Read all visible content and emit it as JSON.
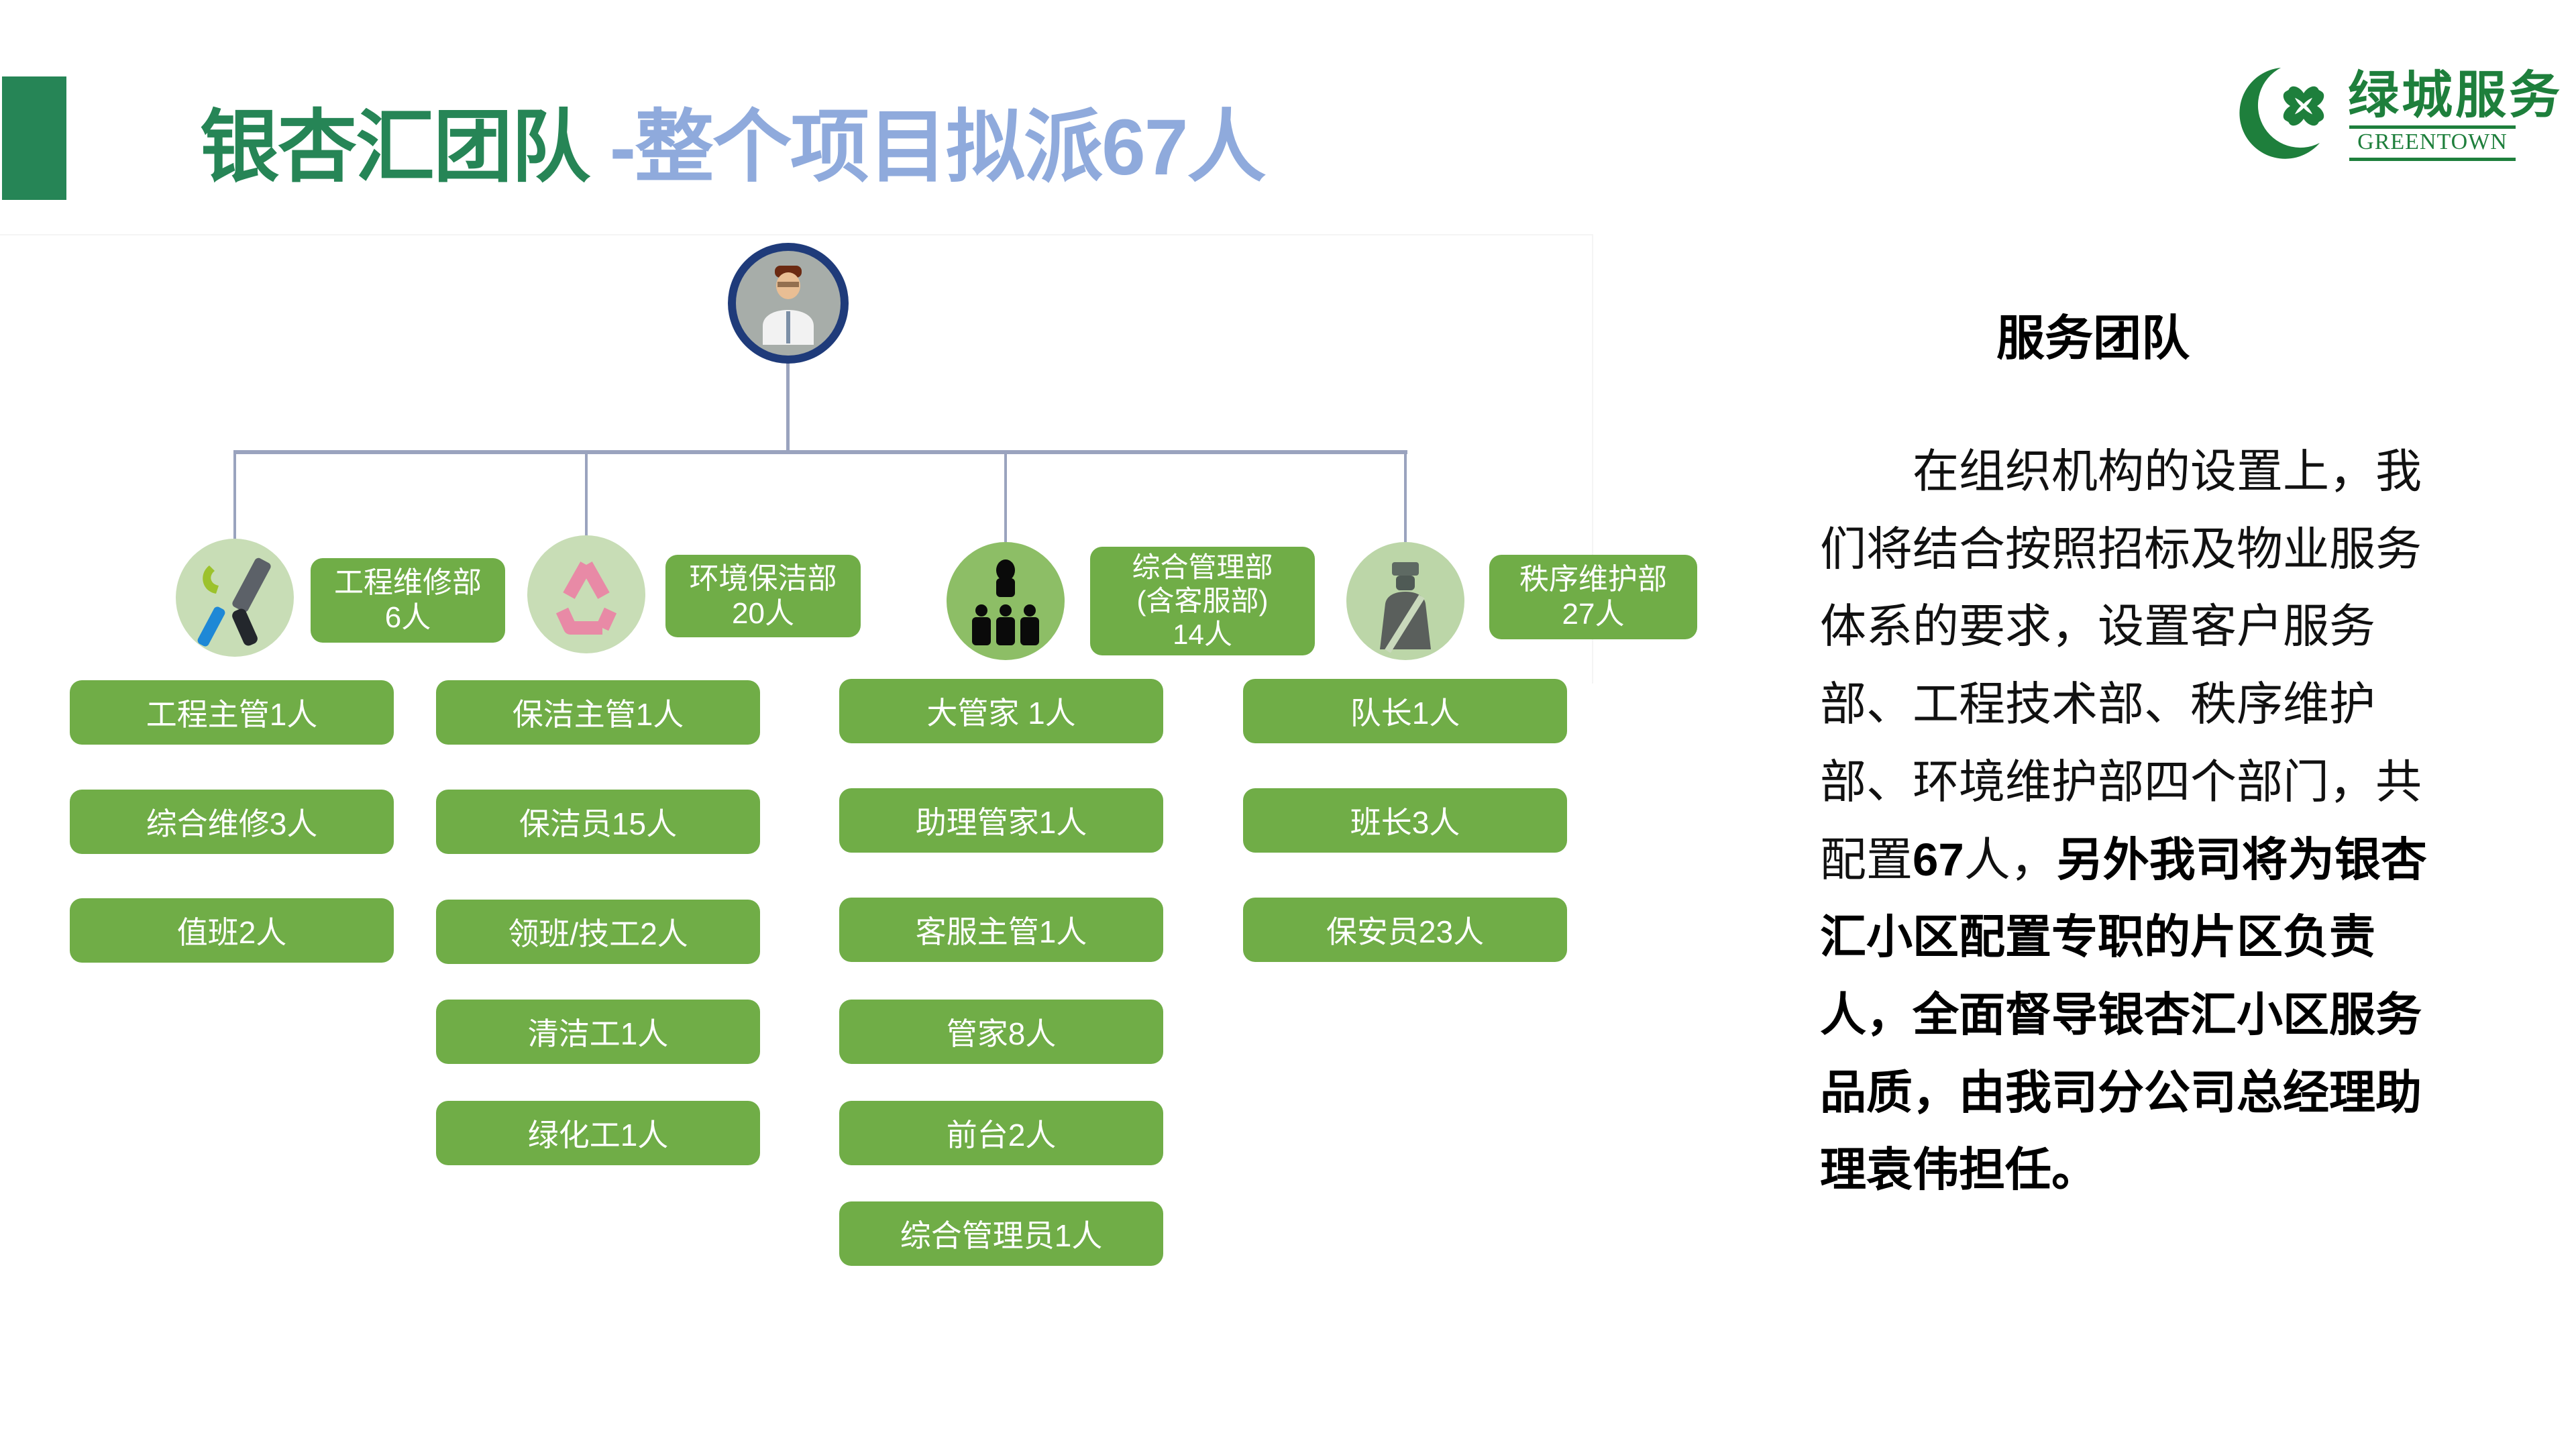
{
  "header": {
    "title_main": "银杏汇团队",
    "title_sub": " -整个项目拟派67人",
    "colors": {
      "accent": "#268556",
      "title_green": "#268556",
      "title_blue": "#8FAADC"
    }
  },
  "logo": {
    "name_cn": "绿城服务",
    "name_en": "GREENTOWN",
    "icon": "crescent-clover-icon",
    "color": "#1E7F3C"
  },
  "org_chart": {
    "root": {
      "icon": "manager-avatar-icon"
    },
    "box_color": "#70AD47",
    "departments": [
      {
        "icon": "tools-wrench-screwdriver-icon",
        "name": "工程维修部",
        "count": "6人",
        "roles": [
          "工程主管1人",
          "综合维修3人",
          "值班2人"
        ]
      },
      {
        "icon": "recycle-icon",
        "name": "环境保洁部",
        "count": "20人",
        "roles": [
          "保洁主管1人",
          "保洁员15人",
          "领班/技工2人",
          "清洁工1人",
          "绿化工1人"
        ]
      },
      {
        "icon": "team-people-icon",
        "name": "综合管理部",
        "name_line2": "(含客服部)",
        "count": "14人",
        "roles": [
          "大管家 1人",
          "助理管家1人",
          "客服主管1人",
          "管家8人",
          "前台2人",
          "综合管理员1人"
        ]
      },
      {
        "icon": "security-guard-icon",
        "name": "秩序维护部",
        "count": "27人",
        "roles": [
          "队长1人",
          "班长3人",
          "保安员23人"
        ]
      }
    ]
  },
  "side_panel": {
    "heading": "服务团队",
    "para_normal_1": "在组织机构的设置上，我们将结合按照招标及物业服务体系的要求，设置客户服务部、工程技术部、秩序维护部、环境维护部四个部门，共配置",
    "para_bold_num": "67",
    "para_normal_2": "人，",
    "para_bold_rest": "另外我司将为银杏汇小区配置专职的片区负责人，全面督导银杏汇小区服务品质，由我司分公司总经理助理袁伟担任。"
  }
}
